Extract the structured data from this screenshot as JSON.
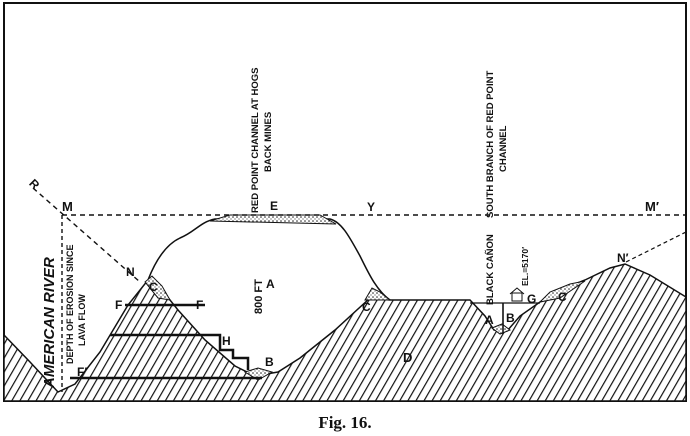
{
  "figure": {
    "caption": "Fig. 16.",
    "colors": {
      "ink": "#111111",
      "paper": "#ffffff"
    },
    "labels": {
      "R": "R",
      "M": "M",
      "M_prime": "M′",
      "N": "N",
      "N_prime": "N′",
      "Y": "Y",
      "E": "E",
      "A_lava": "A",
      "A_canon": "A",
      "B_left": "B",
      "B_right": "B",
      "C_left": "C",
      "C_mid": "C",
      "C_right": "C",
      "D": "D",
      "F": "F",
      "F2": "F",
      "F_prime": "F′",
      "G": "G",
      "H": "H",
      "thickness": "800 FT",
      "american_river": "AMERICAN RIVER",
      "erosion_line1": "DEPTH OF EROSION SINCE",
      "erosion_line2": "LAVA FLOW",
      "red_point_line1": "RED POINT CHANNEL AT HOGS",
      "red_point_line2": "BACK MINES",
      "black_canon": "BLACK CAÑON",
      "south_branch_line1": "SOUTH BRANCH OF RED POINT",
      "south_branch_line2": "CHANNEL",
      "elevation": "EL.=5170′"
    }
  }
}
